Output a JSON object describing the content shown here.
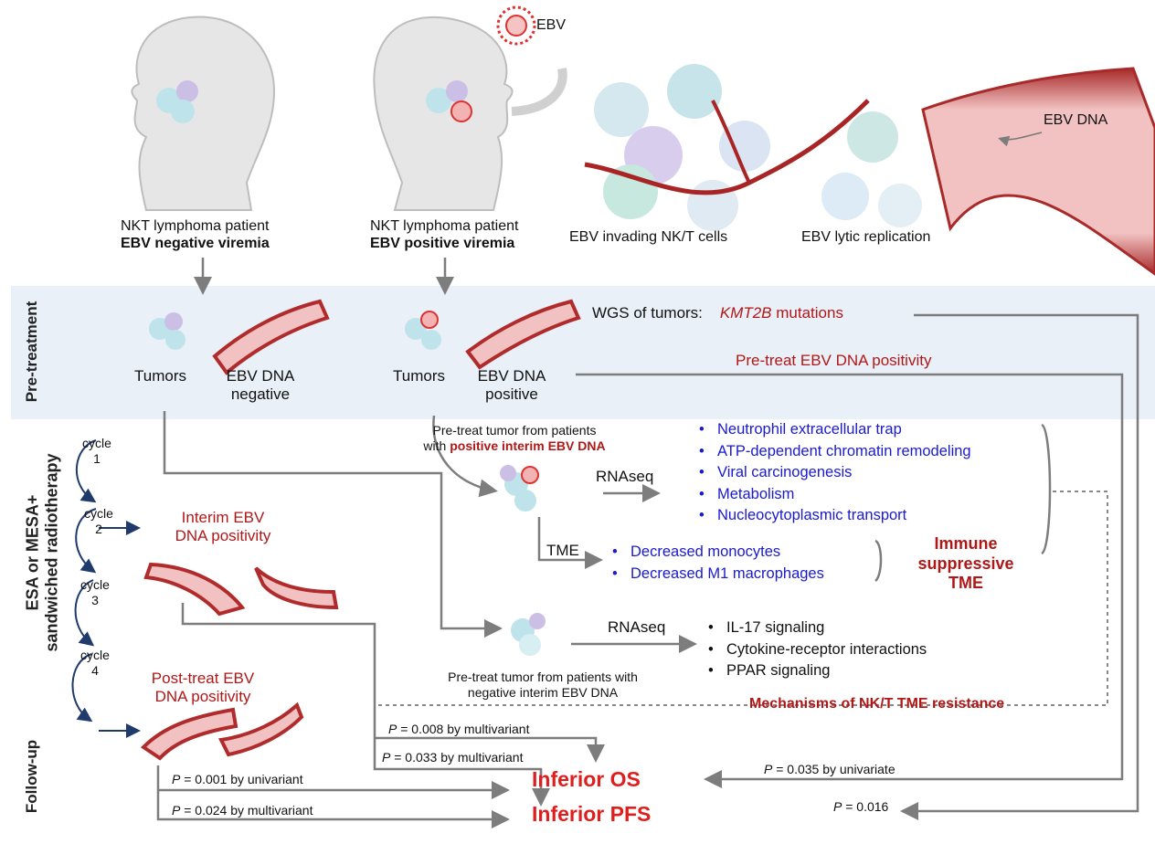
{
  "colors": {
    "accent_red": "#b01818",
    "list_blue": "#1a1ad0",
    "outcome_red": "#e01e1e",
    "band": "#e9f0f8",
    "line_gray": "#7d7d7d",
    "arrow_navy": "#1f3a6b"
  },
  "phases": {
    "pretreatment": "Pre-treatment",
    "treatment_line1": "ESA or MESA+",
    "treatment_line2": "sandwiched radiotherapy",
    "followup": "Follow-up"
  },
  "top": {
    "patient_neg": {
      "line1": "NKT  lymphoma patient",
      "ebv": "EBV",
      "rest": "negative viremia"
    },
    "patient_pos": {
      "line1": "NKT  lymphoma patient",
      "ebv": "EBV",
      "rest": "positive viremia"
    },
    "virus_label": "EBV",
    "invading": "EBV invading NK/T cells",
    "lytic": "EBV lytic replication",
    "ebv_dna": "EBV DNA"
  },
  "pretreat": {
    "tumors_neg": "Tumors",
    "dna_neg_1": "EBV DNA",
    "dna_neg_2": "negative",
    "tumors_pos": "Tumors",
    "dna_pos_1": "EBV DNA",
    "dna_pos_2": "positive",
    "wgs_prefix": "WGS of tumors:",
    "wgs_gene": "KMT2B",
    "wgs_suffix": " mutations",
    "ebv_positivity": "Pre-treat EBV DNA positivity"
  },
  "cycles": [
    {
      "label": "cycle",
      "n": "1"
    },
    {
      "label": "cycle",
      "n": "2"
    },
    {
      "label": "cycle",
      "n": "3"
    },
    {
      "label": "cycle",
      "n": "4"
    }
  ],
  "interim": {
    "line1": "Interim EBV",
    "line2": "DNA positivity"
  },
  "posttreat": {
    "line1": "Post-treat EBV",
    "line2": "DNA positivity"
  },
  "positive_branch": {
    "caption1": "Pre-treat tumor from patients",
    "caption2_prefix": "with ",
    "caption2_red": "positive interim EBV DNA",
    "rnaseq": "RNAseq",
    "pathways": [
      "Neutrophil extracellular trap",
      "ATP-dependent chromatin remodeling",
      "Viral carcinogenesis",
      "Metabolism",
      "Nucleocytoplasmic transport"
    ],
    "tme": "TME",
    "tme_findings": [
      "Decreased monocytes",
      "Decreased M1 macrophages"
    ],
    "immune1": "Immune",
    "immune2": "suppressive",
    "immune3": "TME"
  },
  "negative_branch": {
    "rnaseq": "RNAseq",
    "pathways": [
      "IL-17 signaling",
      "Cytokine-receptor interactions",
      "PPAR signaling"
    ],
    "caption1": "Pre-treat tumor from patients with",
    "caption2": "negative interim EBV DNA"
  },
  "mechanisms": "Mechanisms of NK/T TME  resistance",
  "stats": {
    "p1": {
      "p": "P",
      "rest": " = 0.008 by multivariant"
    },
    "p2": {
      "p": "P",
      "rest": " = 0.033 by multivariant"
    },
    "p3": {
      "p": "P",
      "rest": " = 0.001 by  univariant"
    },
    "p4": {
      "p": "P",
      "rest": " = 0.024 by multivariant"
    },
    "p5": {
      "p": "P",
      "rest": " = 0.035 by univariate"
    },
    "p6": {
      "p": "P",
      "rest": " = 0.016"
    }
  },
  "outcomes": {
    "os": "Inferior OS",
    "pfs": "Inferior PFS"
  }
}
